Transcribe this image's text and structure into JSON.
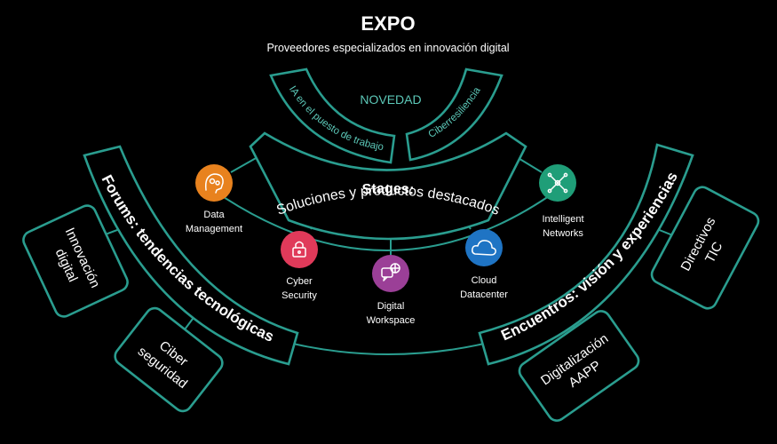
{
  "header": {
    "title": "EXPO",
    "subtitle": "Proveedores especializados en innovación digital"
  },
  "novedad": {
    "label": "NOVEDAD",
    "left": "IA en el puesto de trabajo",
    "right": "Ciberresiliencia"
  },
  "stages": {
    "title": "Stages:",
    "subtitle": "Soluciones y productos destacados",
    "nodes": [
      {
        "line1": "Data",
        "line2": "Management",
        "color": "#e8821e",
        "icon": "brain-icon"
      },
      {
        "line1": "Cyber",
        "line2": "Security",
        "color": "#e03a5a",
        "icon": "lock-icon"
      },
      {
        "line1": "Digital",
        "line2": "Workspace",
        "color": "#9b3f97",
        "icon": "workspace-icon"
      },
      {
        "line1": "Cloud",
        "line2": "Datacenter",
        "color": "#1f74c4",
        "icon": "cloud-icon"
      },
      {
        "line1": "Intelligent",
        "line2": "Networks",
        "color": "#1f9e78",
        "icon": "network-icon"
      }
    ]
  },
  "forums": {
    "label": "Forums: tendencias tecnológicas",
    "sub1": {
      "line1": "Innovación",
      "line2": "digital"
    },
    "sub2": {
      "line1": "Ciber",
      "line2": "seguridad"
    }
  },
  "encuentros": {
    "label": "Encuentros: visión y experiencias",
    "sub1": {
      "line1": "Directivos",
      "line2": "TIC"
    },
    "sub2": {
      "line1": "Digitalización",
      "line2": "AAPP"
    }
  }
}
